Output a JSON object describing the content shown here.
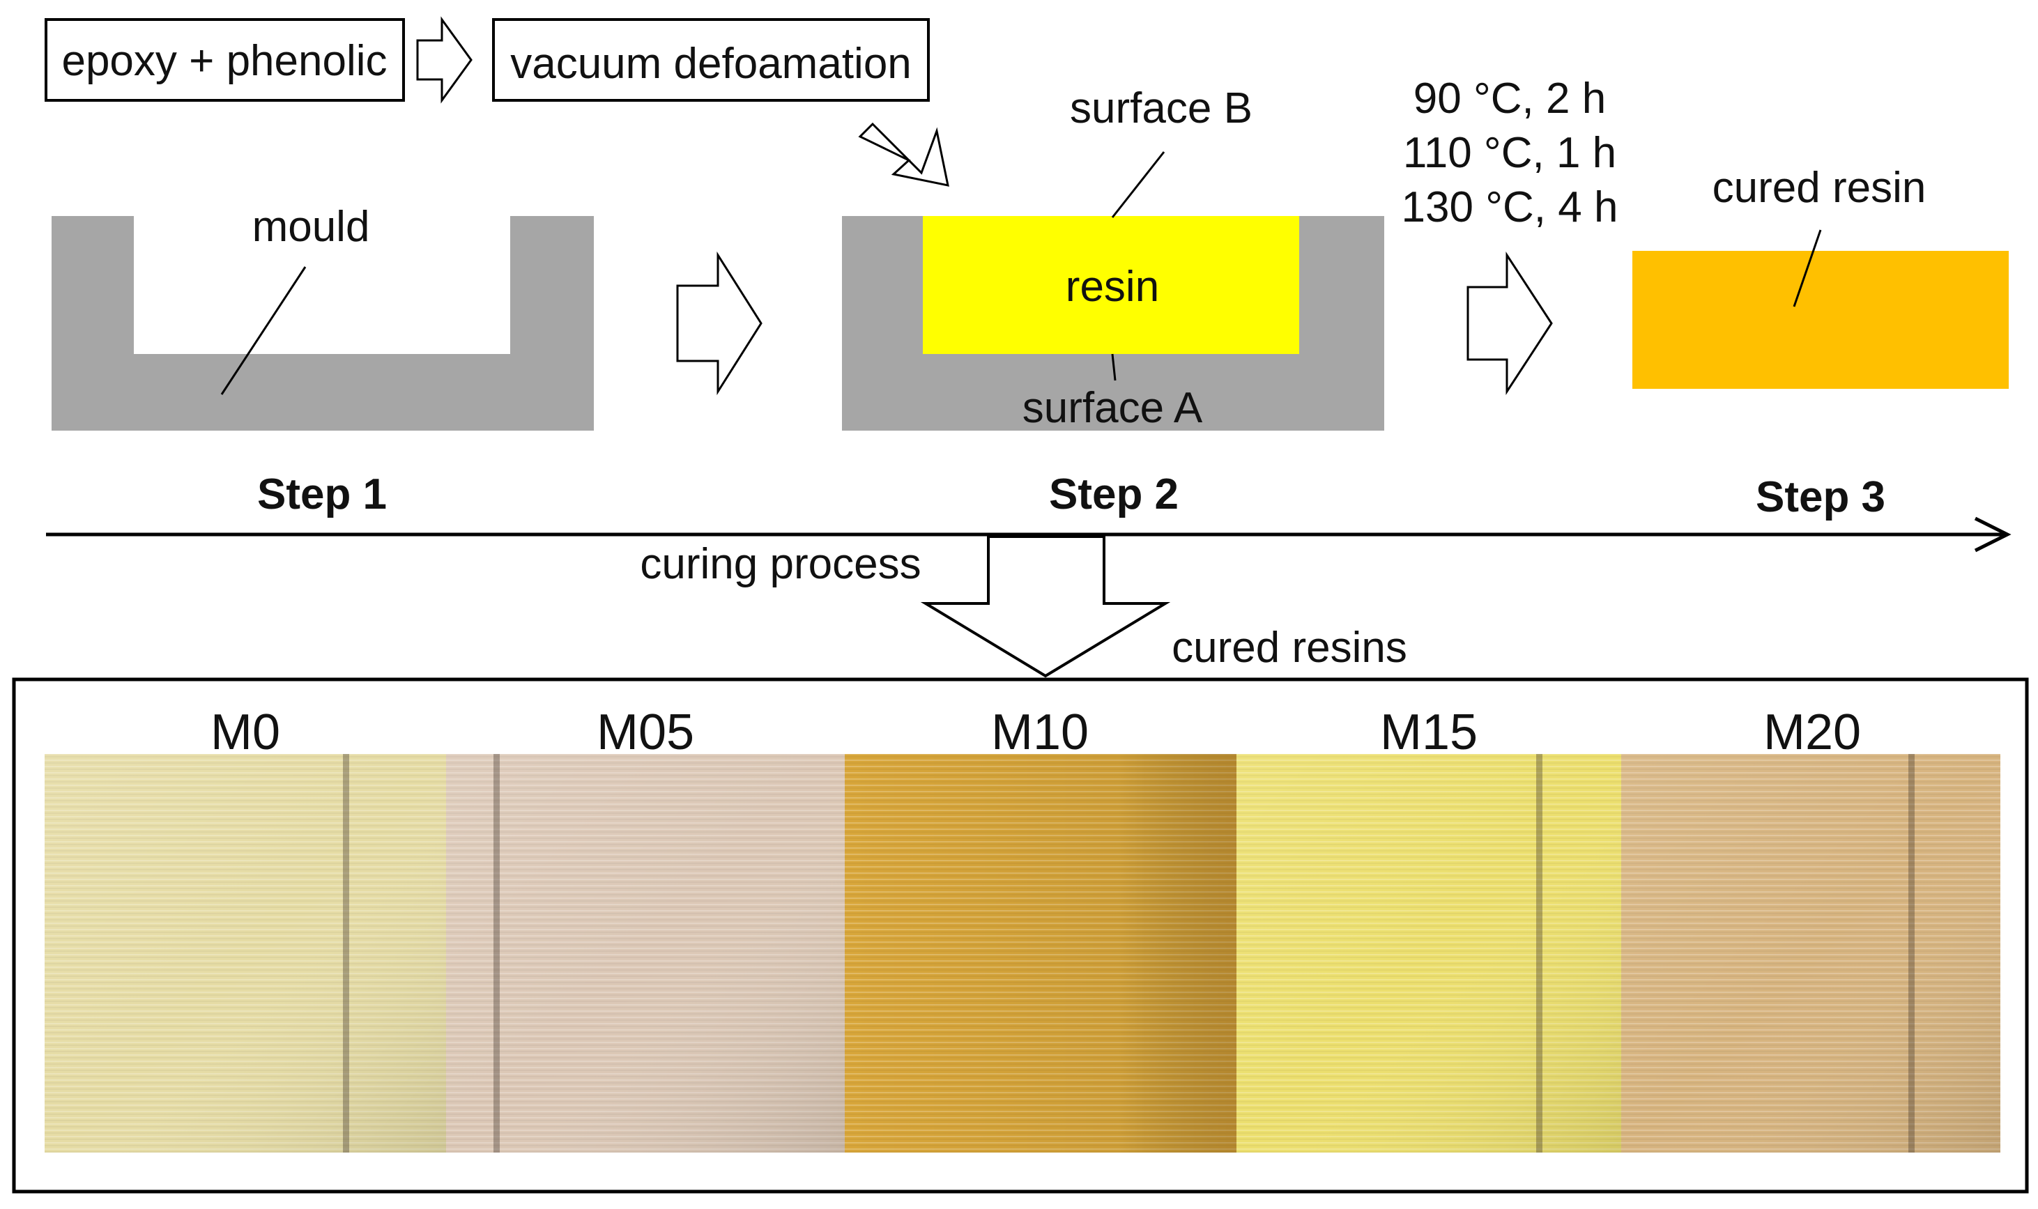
{
  "process_boxes": {
    "input": "epoxy + phenolic",
    "defoam": "vacuum defoamation"
  },
  "step1": {
    "part_label": "mould",
    "step_label": "Step 1"
  },
  "step2": {
    "resin_label": "resin",
    "surface_top": "surface B",
    "surface_bottom": "surface A",
    "step_label": "Step 2"
  },
  "curing_schedule": [
    "90 °C, 2 h",
    "110 °C, 1 h",
    "130 °C, 4 h"
  ],
  "step3": {
    "part_label": "cured resin",
    "step_label": "Step 3"
  },
  "timeline": {
    "label": "curing process"
  },
  "result": {
    "label": "cured resins"
  },
  "samples": [
    {
      "label": "M0",
      "color": "#e6dca5"
    },
    {
      "label": "M05",
      "color": "#dcc8b6"
    },
    {
      "label": "M10",
      "color": "#d8a63a"
    },
    {
      "label": "M15",
      "color": "#ecdf6e"
    },
    {
      "label": "M20",
      "color": "#d7b47f"
    }
  ],
  "colors": {
    "mould": "#a6a6a6",
    "resin": "#ffff00",
    "cured_resin": "#ffc000"
  }
}
